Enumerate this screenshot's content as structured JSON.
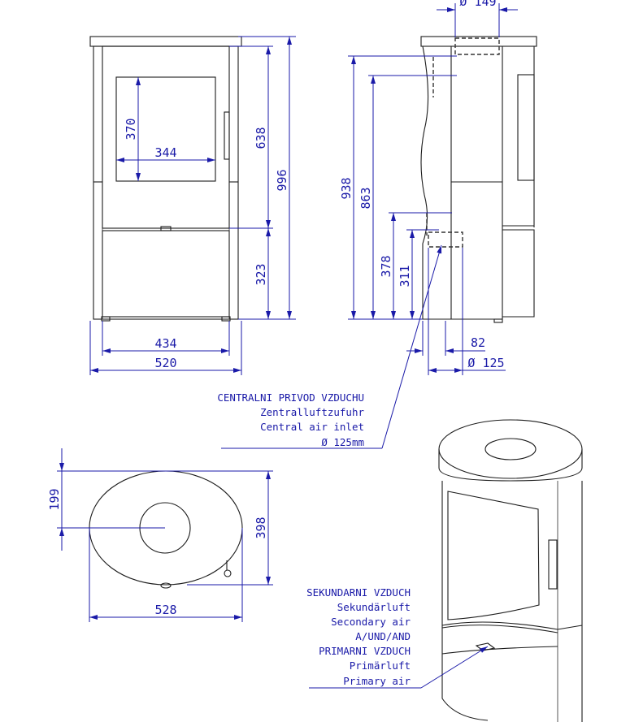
{
  "colors": {
    "dimension": "#1a1aa8",
    "outline": "#1c1c1c",
    "background": "#ffffff"
  },
  "front_view": {
    "glass_height": "370",
    "glass_width": "344",
    "upper_height": "638",
    "total_height": "996",
    "lower_height": "323",
    "inner_width": "434",
    "outer_width": "520"
  },
  "side_view": {
    "top_outlet": "Ø 149",
    "height_938": "938",
    "height_863": "863",
    "height_378": "378",
    "height_311": "311",
    "offset": "82",
    "inlet_diameter": "Ø 125"
  },
  "central_air_label": {
    "lines": [
      "CENTRALNI PRIVOD VZDUCHU",
      "Zentralluftzufuhr",
      "Central air inlet"
    ],
    "diameter": "Ø 125mm"
  },
  "top_view": {
    "half_depth": "199",
    "depth": "398",
    "width": "528"
  },
  "air_label": {
    "lines": [
      "SEKUNDARNI VZDUCH",
      "Sekundärluft",
      "Secondary air",
      "A/UND/AND",
      "PRIMARNI VZDUCH",
      "Primärluft",
      "Primary air"
    ]
  }
}
